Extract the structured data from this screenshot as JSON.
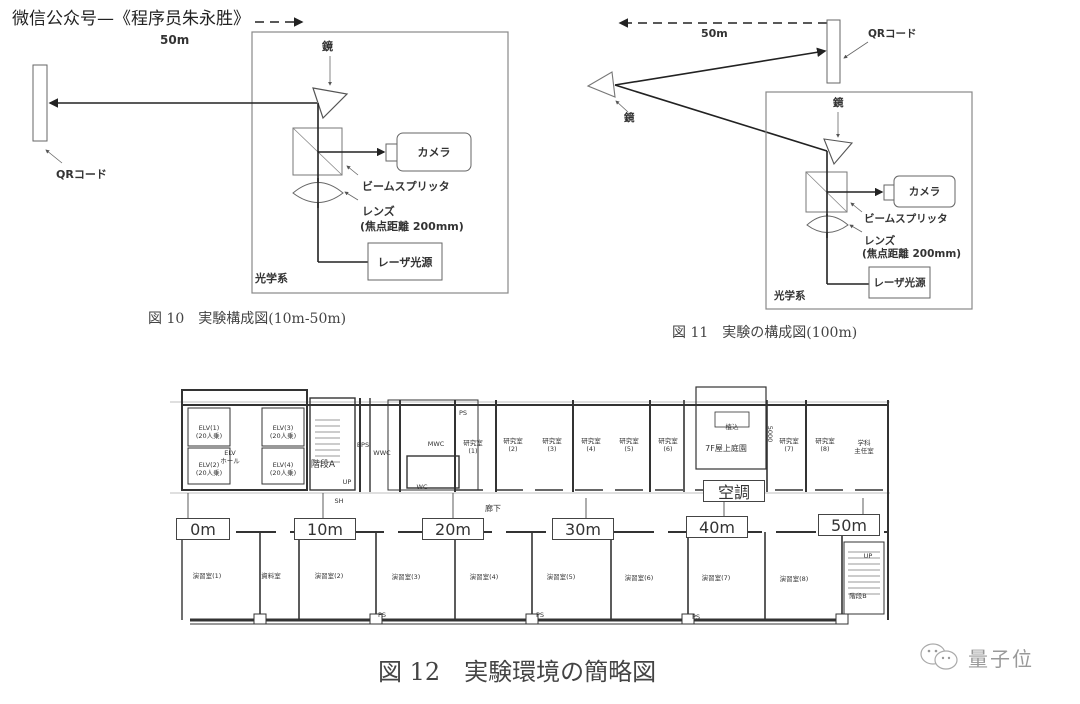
{
  "watermark": {
    "text": "微信公众号—《程序员朱永胜》"
  },
  "figure10": {
    "distance_label": "50m",
    "qr_label": "QRコード",
    "mirror_label": "鏡",
    "camera_label": "カメラ",
    "beam_splitter_label": "ビームスプリッタ",
    "lens_label": "レンズ",
    "lens_focal": "(焦点距離 200mm)",
    "laser_label": "レーザ光源",
    "optics_label": "光学系",
    "caption": "図 10　実験構成図(10m-50m)"
  },
  "figure11": {
    "distance_label": "50m",
    "qr_label": "QRコード",
    "far_mirror_label": "鏡",
    "mirror_label": "鏡",
    "camera_label": "カメラ",
    "beam_splitter_label": "ビームスプリッタ",
    "lens_label": "レンズ",
    "lens_focal": "(焦点距離 200mm)",
    "laser_label": "レーザ光源",
    "optics_label": "光学系",
    "caption": "図 11　実験の構成図(100m)"
  },
  "figure12": {
    "caption": "図 12　実験環境の簡略図",
    "distance_markers": [
      "0m",
      "10m",
      "20m",
      "30m",
      "40m",
      "50m"
    ],
    "aircon_label": "空調",
    "corridor_label": "廊下",
    "courtyard_label": "7F屋上庭園",
    "planting_label": "植込",
    "dimension_label": "5000",
    "elevator_hall": "ELV\nホール",
    "elevators": [
      "ELV(1)\n(20人乗)",
      "ELV(3)\n(20人乗)",
      "ELV(2)\n(20人乗)",
      "ELV(4)\n(20人乗)"
    ],
    "stairs_a": "階段A",
    "stairs_b": "階段B",
    "up_label": "UP",
    "eps_label": "EPS",
    "ps_label": "PS",
    "wwc_label": "WWC",
    "mwc_label": "MWC",
    "wc_label": "WC",
    "sh_label": "SH",
    "research_rooms": [
      "研究室\n(1)",
      "研究室\n(2)",
      "研究室\n(3)",
      "研究室\n(4)",
      "研究室\n(5)",
      "研究室\n(6)",
      "研究室\n(7)",
      "研究室\n(8)",
      "学科\n主任室"
    ],
    "practice_rooms": [
      "演習室(1)",
      "資料室",
      "演習室(2)",
      "演習室(3)",
      "演習室(4)",
      "演習室(5)",
      "演習室(6)",
      "演習室(7)",
      "演習室(8)"
    ]
  },
  "logo": {
    "text": "量子位",
    "icon": "wechat-icon"
  }
}
